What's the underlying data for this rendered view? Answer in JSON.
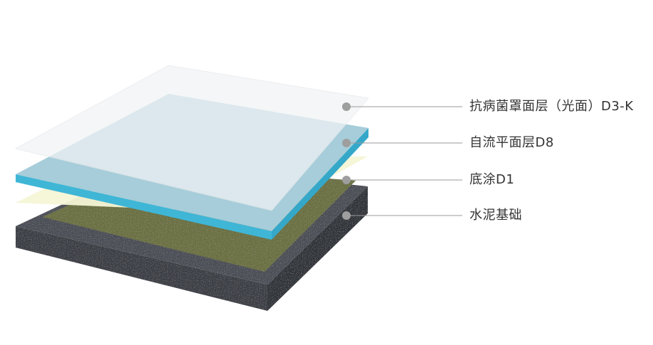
{
  "layers": [
    {
      "id": "antibacterial",
      "label": "抗病菌罩面层（光面）D3-K"
    },
    {
      "id": "self-leveling",
      "label": "自流平面层D8"
    },
    {
      "id": "primer",
      "label": "底涂D1"
    },
    {
      "id": "cement",
      "label": "水泥基础"
    }
  ],
  "colors": {
    "cement": "#4a4d55",
    "primer": "#6b7040",
    "primer_film": "#f5f6d6",
    "self_leveling": "#a6cdd9",
    "self_leveling_edge": "#3fb6d6",
    "topcoat": "#f1f3f5",
    "leader": "#9a9a9a",
    "dot": "#9e9e9e",
    "text": "#333333"
  }
}
